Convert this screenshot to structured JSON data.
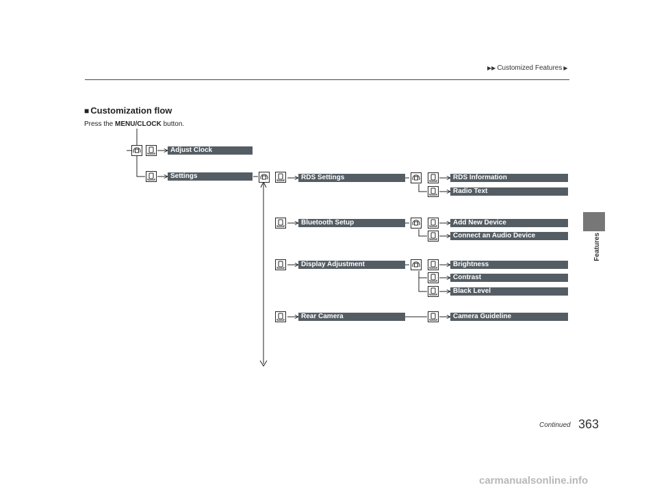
{
  "header": {
    "breadcrumb": "Customized Features"
  },
  "side_tab": {
    "label": "Features"
  },
  "section": {
    "heading": "Customization flow",
    "instruction_prefix": "Press the",
    "instruction_button": "MENU/CLOCK",
    "instruction_suffix": "button."
  },
  "flow": {
    "adjust_clock": "Adjust Clock",
    "settings": "Settings",
    "rds_settings": "RDS Settings",
    "rds_information": "RDS Information",
    "radio_text": "Radio Text",
    "bluetooth_setup": "Bluetooth Setup",
    "add_new_device": "Add New Device",
    "connect_audio_device": "Connect an Audio Device",
    "display_adjustment": "Display Adjustment",
    "brightness": "Brightness",
    "contrast": "Contrast",
    "black_level": "Black Level",
    "rear_camera": "Rear Camera",
    "camera_guideline": "Camera Guideline"
  },
  "footer": {
    "continued": "Continued",
    "page_number": "363",
    "watermark": "carmanualsonline.info"
  },
  "icons": {
    "rotate": "rotate-knob-icon",
    "press": "press-knob-icon"
  }
}
